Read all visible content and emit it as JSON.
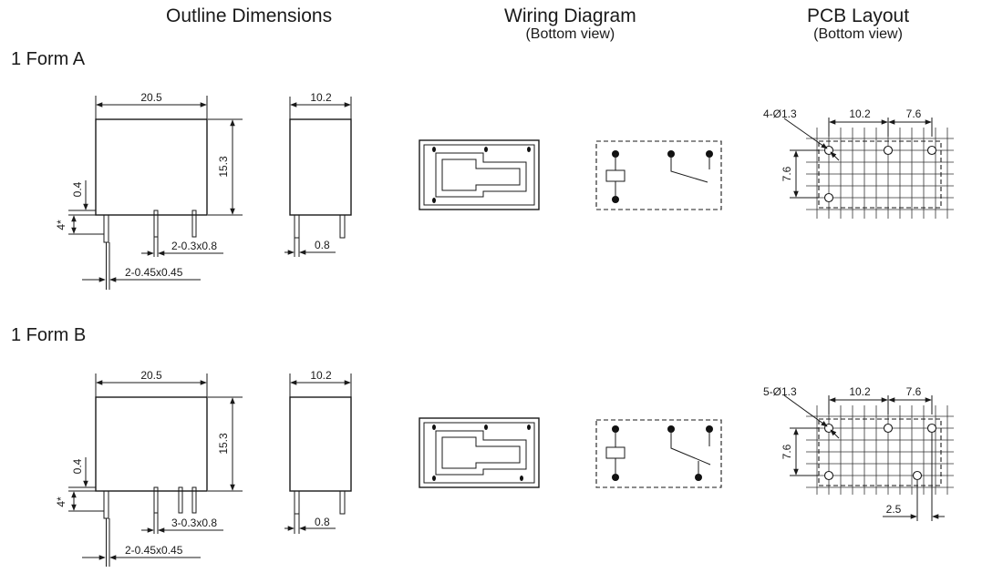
{
  "headers": {
    "outline": "Outline Dimensions",
    "wiring": "Wiring Diagram",
    "wiring_sub": "(Bottom view)",
    "pcb": "PCB Layout",
    "pcb_sub": "(Bottom view)"
  },
  "form_a": {
    "label": "1 Form A",
    "width": "20.5",
    "height": "15.3",
    "depth": "10.2",
    "offset": "0.4",
    "pin_length": "4*",
    "small_pins": "2-0.3x0.8",
    "large_pins": "2-0.45x0.45",
    "pin_width": "0.8",
    "hole_spec": "4-Ø1.3",
    "pitch_a": "10.2",
    "pitch_b": "7.6",
    "pitch_v": "7.6"
  },
  "form_b": {
    "label": "1 Form B",
    "width": "20.5",
    "height": "15.3",
    "depth": "10.2",
    "offset": "0.4",
    "pin_length": "4*",
    "small_pins": "3-0.3x0.8",
    "large_pins": "2-0.45x0.45",
    "pin_width": "0.8",
    "hole_spec": "5-Ø1.3",
    "pitch_a": "10.2",
    "pitch_b": "7.6",
    "pitch_v": "7.6",
    "pitch_small": "2.5"
  }
}
